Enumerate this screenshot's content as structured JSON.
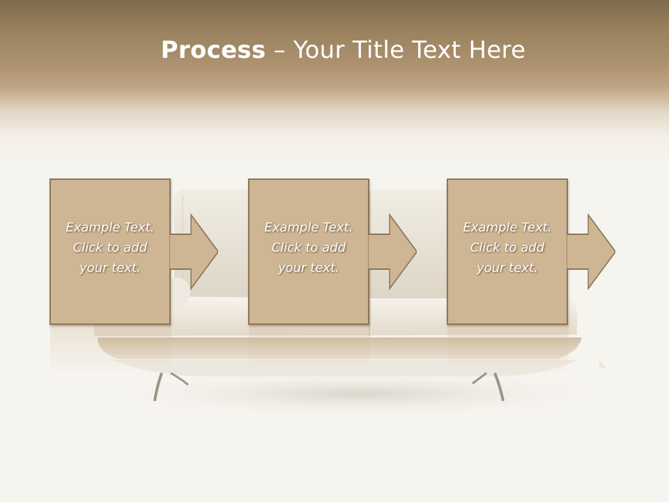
{
  "slide": {
    "title_bold": "Process",
    "title_rest": " – Your Title Text Here"
  },
  "process_steps": [
    {
      "line1": "Example Text.",
      "line2": "Click  to add",
      "line3": "your text."
    },
    {
      "line1": "Example Text.",
      "line2": "Click  to add",
      "line3": "your text."
    },
    {
      "line1": "Example Text.",
      "line2": "Click  to add",
      "line3": "your text."
    }
  ],
  "colors": {
    "header_brown": "#9a825f",
    "box_fill": "#ceb593",
    "box_border": "#8a7556",
    "background": "#f6f4ef",
    "text": "#ffffff"
  },
  "icons": [
    "right-arrow-icon",
    "sofa-image"
  ]
}
